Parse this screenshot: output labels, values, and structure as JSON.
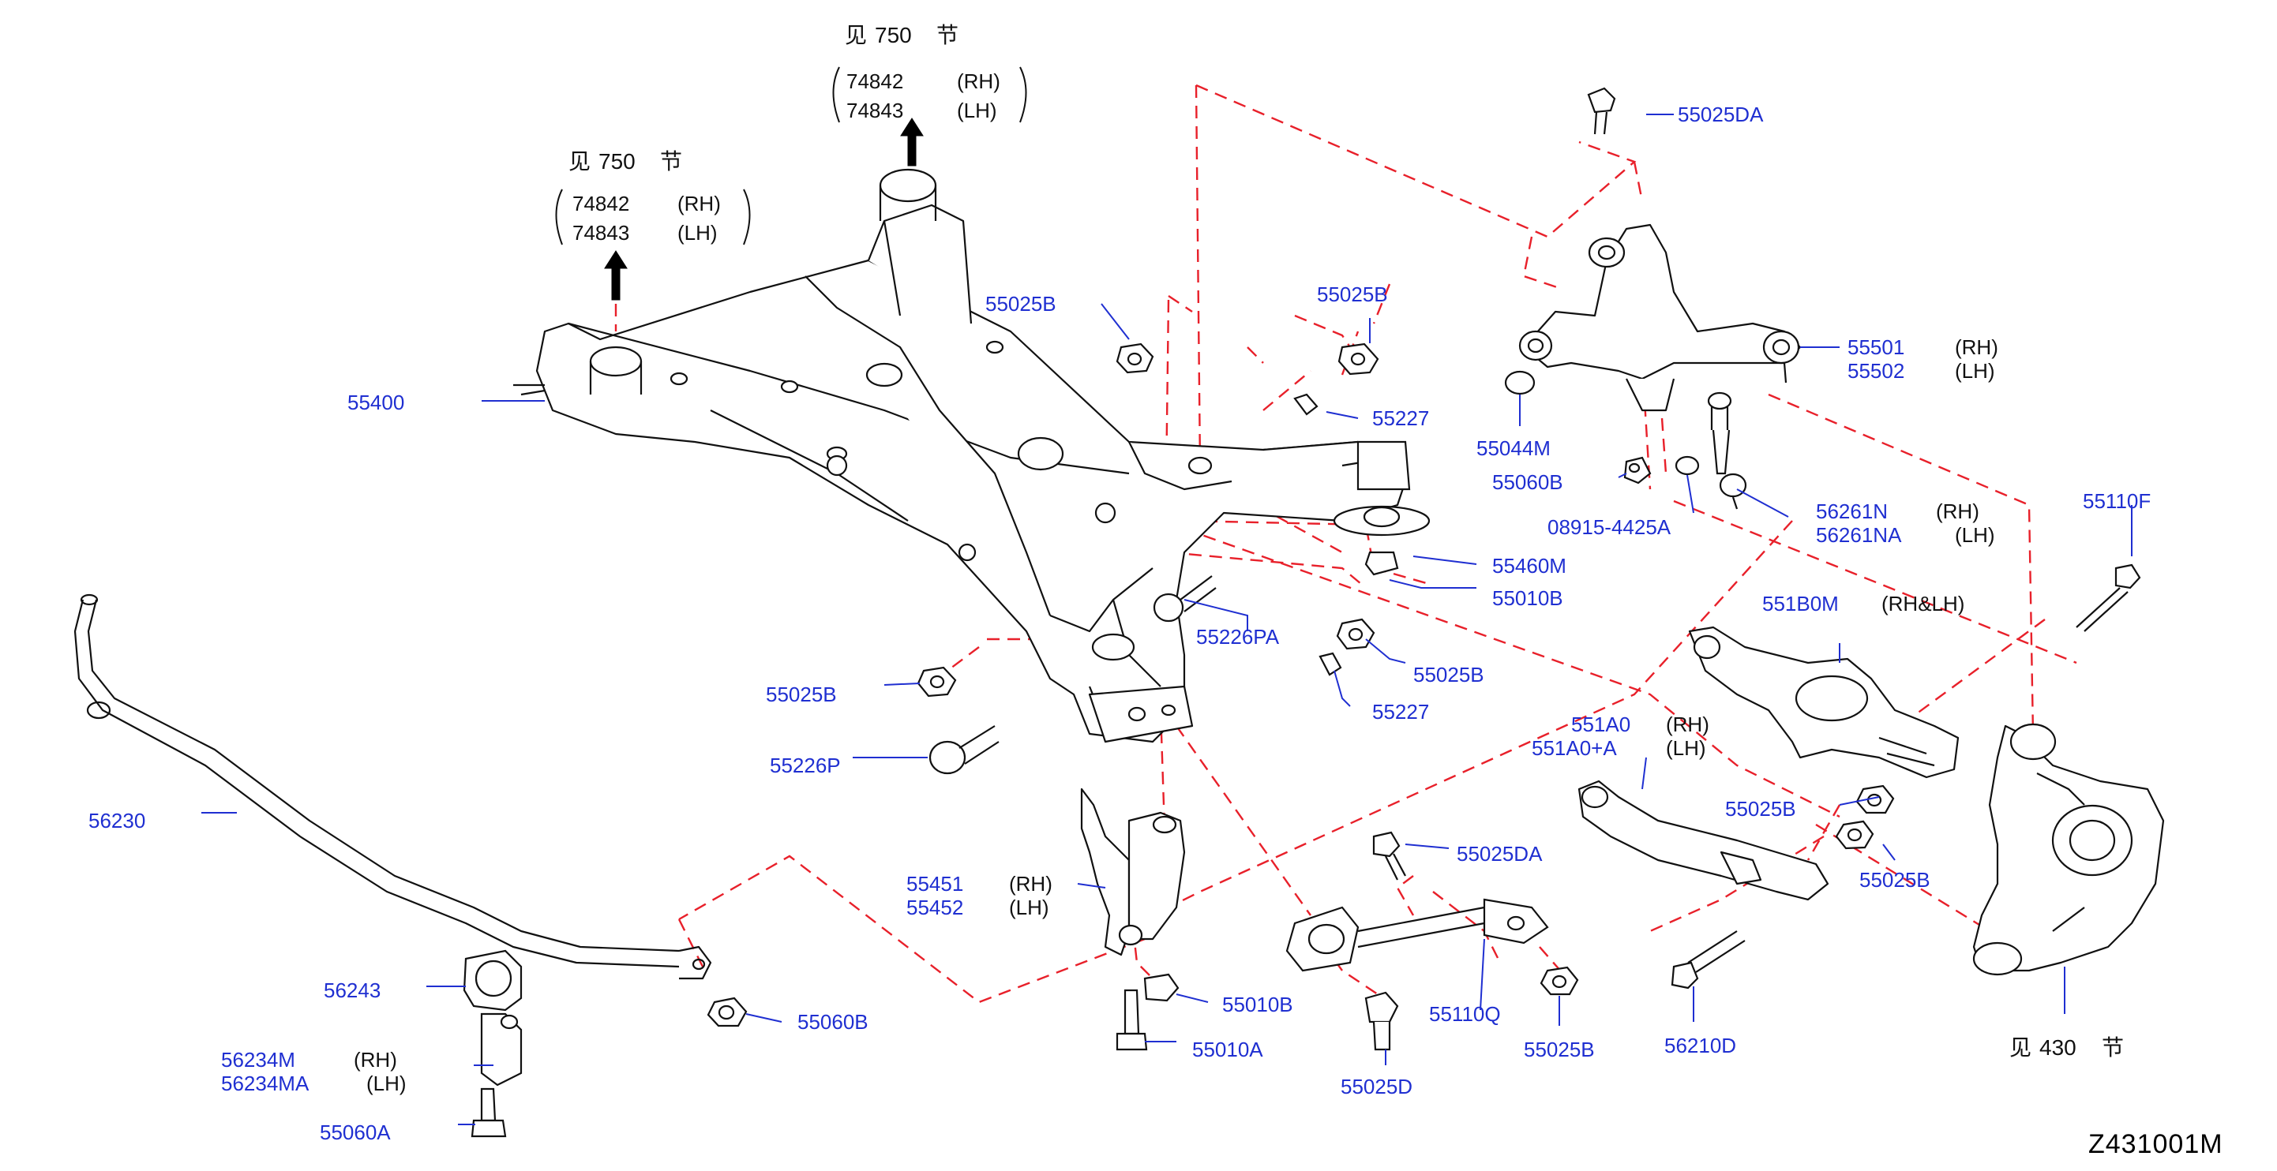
{
  "colors": {
    "part_number": "#1f2fd1",
    "leader": "#1f2fd1",
    "dashed_guide": "#e8202a",
    "outline": "#111111",
    "background": "#ffffff"
  },
  "refs": {
    "ref1": {
      "prefix": "见",
      "num": "750",
      "suffix": "节",
      "p1": "74842",
      "s1": "(RH)",
      "p2": "74843",
      "s2": "(LH)"
    },
    "ref2": {
      "prefix": "见",
      "num": "750",
      "suffix": "节",
      "p1": "74842",
      "s1": "(RH)",
      "p2": "74843",
      "s2": "(LH)"
    },
    "ref3": {
      "prefix": "见",
      "num": "430",
      "suffix": "节"
    }
  },
  "labels": {
    "p55025DA_1": "55025DA",
    "p55025B_1": "55025B",
    "p55025B_2": "55025B",
    "p55400": "55400",
    "p55227_1": "55227",
    "p55501": "55501",
    "p55501_side": "(RH)",
    "p55502": "55502",
    "p55502_side": "(LH)",
    "p55044M": "55044M",
    "p55060B_1": "55060B",
    "p08915": "08915-4425A",
    "p56261N": "56261N",
    "p56261N_side": "(RH)",
    "p56261NA": "56261NA",
    "p56261NA_side": "(LH)",
    "p55460M": "55460M",
    "p55010B_1": "55010B",
    "p55110F": "55110F",
    "p551B0M": "551B0M",
    "p551B0M_side": "(RH&LH)",
    "p55226PA": "55226PA",
    "p55025B_3": "55025B",
    "p55025B_4": "55025B",
    "p55227_2": "55227",
    "p551A0": "551A0",
    "p551A0_side": "(RH)",
    "p551A0A": "551A0+A",
    "p551A0A_side": "(LH)",
    "p55226P": "55226P",
    "p55025B_5": "55025B",
    "p56230": "56230",
    "p55025DA_2": "55025DA",
    "p55025B_6": "55025B",
    "p55451": "55451",
    "p55451_side": "(RH)",
    "p55452": "55452",
    "p55452_side": "(LH)",
    "p56243": "56243",
    "p55060B_2": "55060B",
    "p55010B_2": "55010B",
    "p55110Q": "55110Q",
    "p55025B_7": "55025B",
    "p56210D": "56210D",
    "p56234M": "56234M",
    "p56234M_side": "(RH)",
    "p56234MA": "56234MA",
    "p56234MA_side": "(LH)",
    "p55010A": "55010A",
    "p55025D": "55025D",
    "p55060A": "55060A"
  },
  "diagram_number": "Z431001M"
}
